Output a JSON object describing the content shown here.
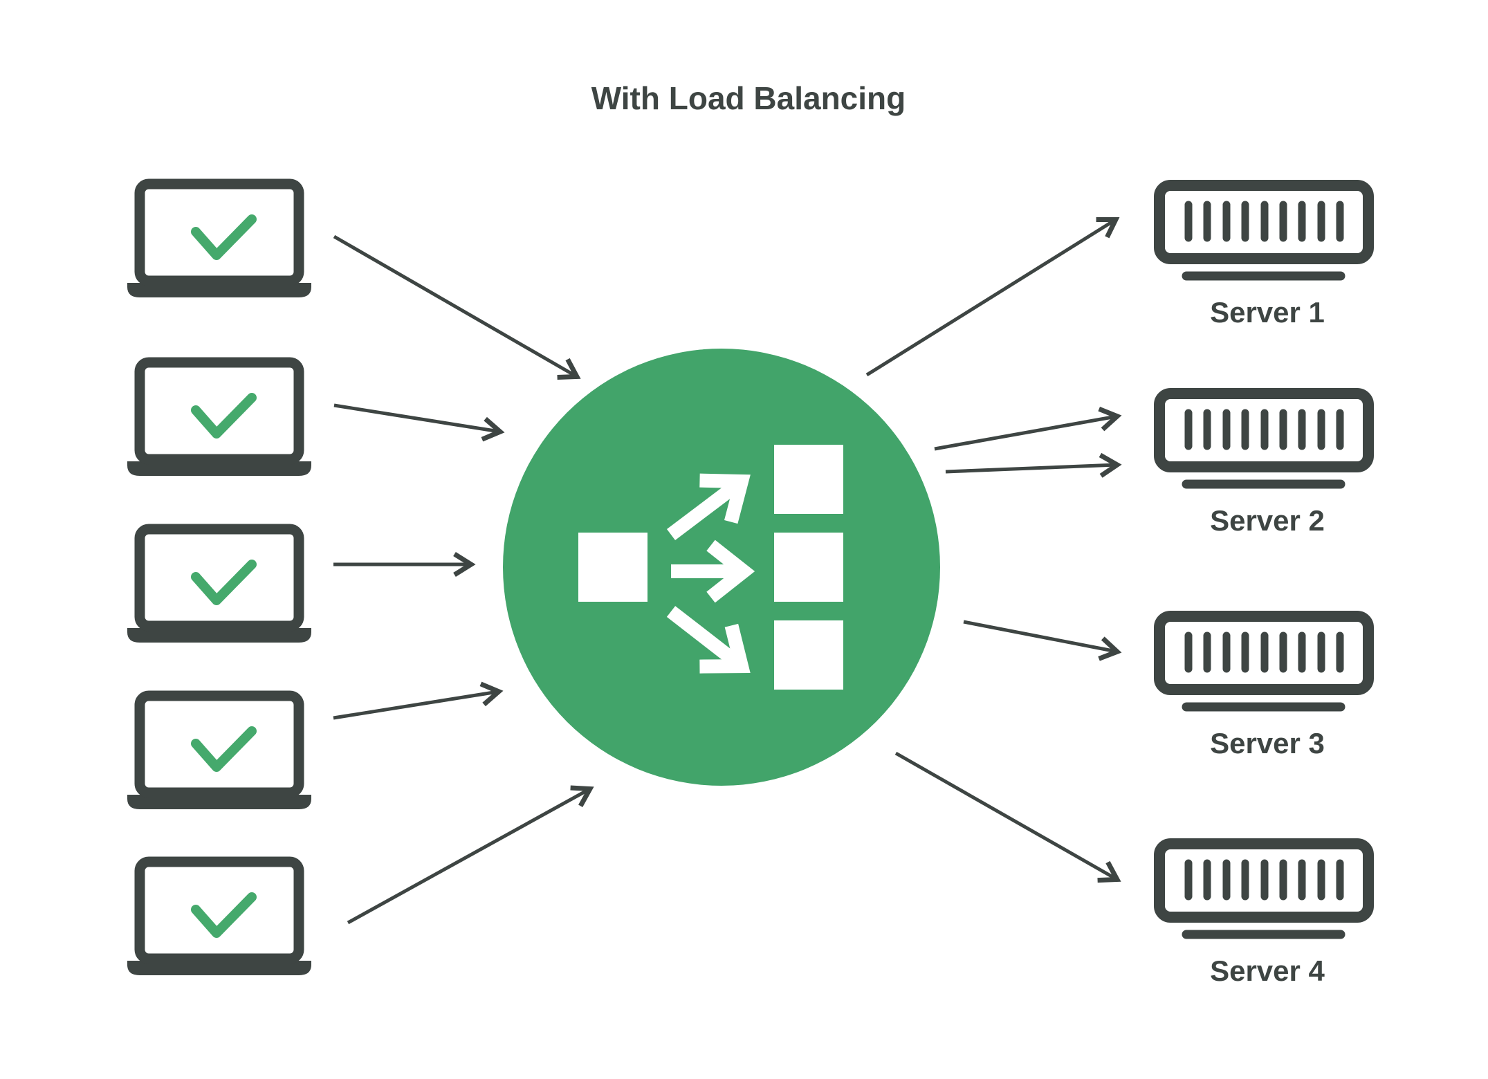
{
  "title": "With Load Balancing",
  "colors": {
    "outline_dark": "#3e4543",
    "balancer_green": "#42a46a",
    "check_green": "#45a96c",
    "icon_white": "#ffffff",
    "background": "#ffffff"
  },
  "icons": {
    "client": "laptop-checkmark-icon",
    "load_balancer": "load-distribution-icon",
    "server": "server-rack-icon"
  },
  "clients": {
    "count": 5
  },
  "load_balancer": {
    "inputs": 1,
    "outputs": 3
  },
  "servers": {
    "count": 4,
    "items": [
      {
        "label": "Server 1"
      },
      {
        "label": "Server 2"
      },
      {
        "label": "Server 3"
      },
      {
        "label": "Server 4"
      }
    ]
  }
}
